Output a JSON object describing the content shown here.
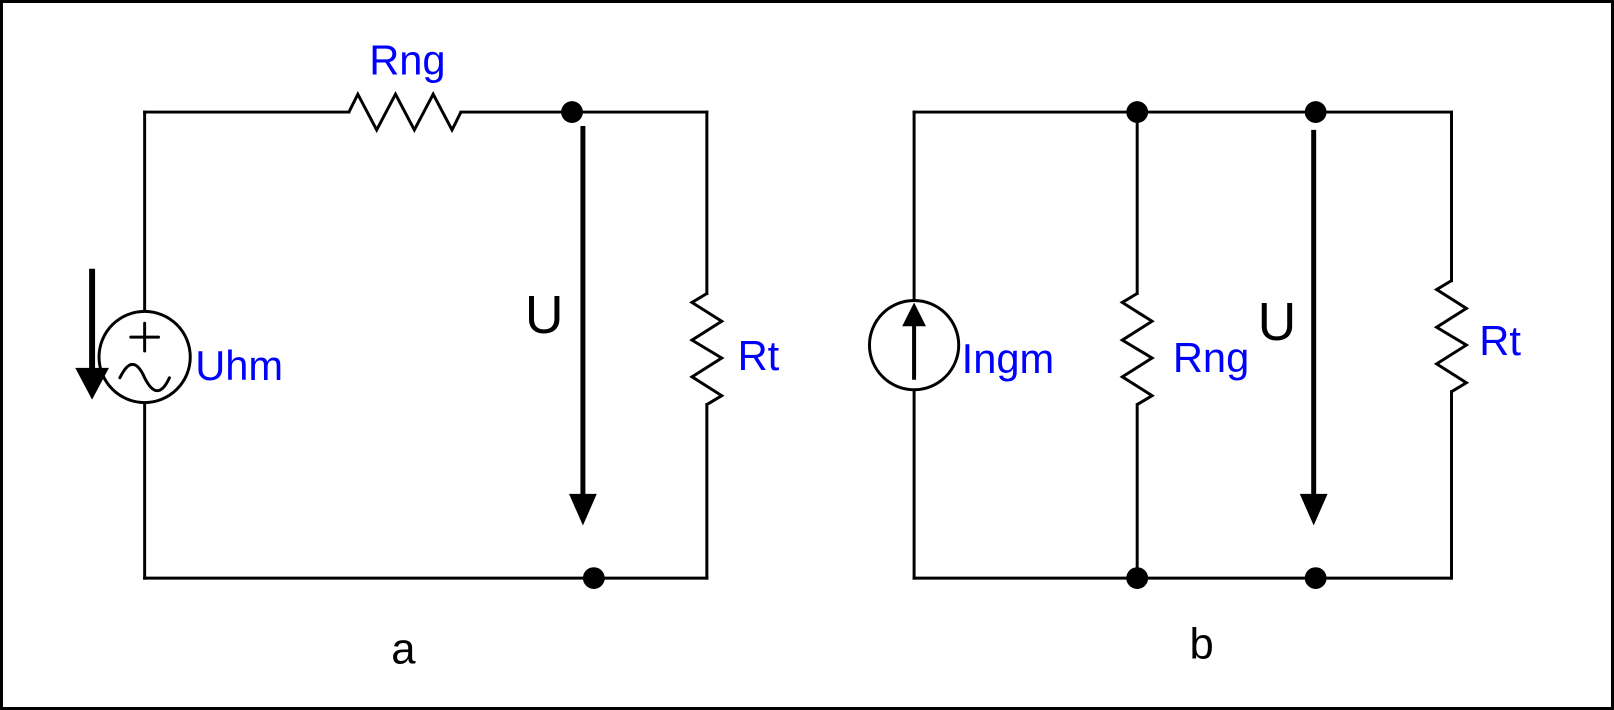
{
  "colors": {
    "background": "#ffffff",
    "frame_border": "#000000",
    "wire": "#000000",
    "component_label": "#0000ff",
    "annotation": "#000000"
  },
  "circuit_a": {
    "caption": "a",
    "source_label": "Uhm",
    "source_type": "ac-voltage-source",
    "series_resistor_label": "Rng",
    "load_resistor_label": "Rt",
    "voltage_label": "U"
  },
  "circuit_b": {
    "caption": "b",
    "source_label": "Ingm",
    "source_type": "current-source",
    "parallel_resistor_label": "Rng",
    "load_resistor_label": "Rt",
    "voltage_label": "U"
  }
}
